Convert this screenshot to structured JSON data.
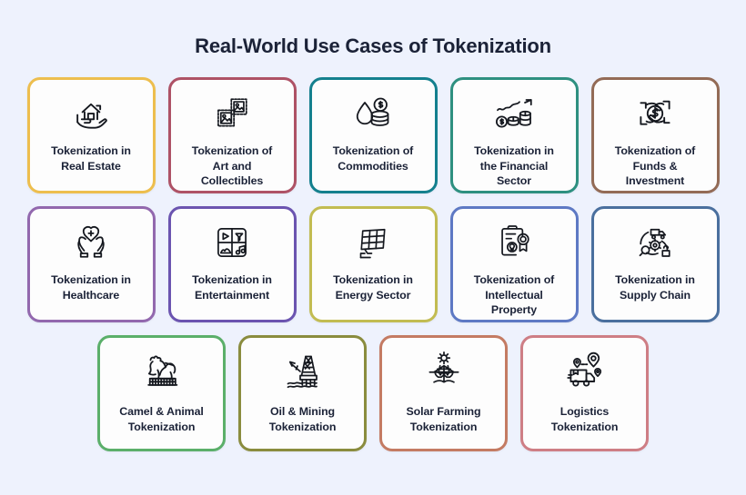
{
  "page": {
    "title": "Real-World Use Cases of Tokenization",
    "background_color": "#eef2fd",
    "card_background_color": "#fdfdfd",
    "text_color": "#1b2237"
  },
  "rows": [
    {
      "cards": [
        {
          "label": "Tokenization in\nReal Estate",
          "icon": "house-in-hand-icon",
          "border_color": "#edbe4e"
        },
        {
          "label": "Tokenization of\nArt and\nCollectibles",
          "icon": "art-frames-icon",
          "border_color": "#ae5266"
        },
        {
          "label": "Tokenization of\nCommodities",
          "icon": "oil-drop-coins-icon",
          "border_color": "#14808e"
        },
        {
          "label": "Tokenization in\nthe Financial\nSector",
          "icon": "growth-chart-coins-icon",
          "border_color": "#2e9080"
        },
        {
          "label": "Tokenization of\nFunds &\nInvestment",
          "icon": "hands-holding-coin-icon",
          "border_color": "#936b56"
        }
      ]
    },
    {
      "cards": [
        {
          "label": "Tokenization in\nHealthcare",
          "icon": "hands-heart-medical-icon",
          "border_color": "#9268ae"
        },
        {
          "label": "Tokenization in\nEntertainment",
          "icon": "media-grid-icon",
          "border_color": "#6b54b0"
        },
        {
          "label": "Tokenization in\nEnergy Sector",
          "icon": "solar-panel-icon",
          "border_color": "#c2bc52"
        },
        {
          "label": "Tokenization of\nIntellectual\nProperty",
          "icon": "clipboard-lightbulb-seal-icon",
          "border_color": "#5e79c4"
        },
        {
          "label": "Tokenization in\nSupply Chain",
          "icon": "supply-chain-truck-gear-icon",
          "border_color": "#4a6f9e"
        }
      ]
    },
    {
      "cards": [
        {
          "label": "Camel & Animal\nTokenization",
          "icon": "camel-icon",
          "border_color": "#5baf6a"
        },
        {
          "label": "Oil & Mining\nTokenization",
          "icon": "oil-rig-icon",
          "border_color": "#8a8c3e"
        },
        {
          "label": "Solar Farming\nTokenization",
          "icon": "solar-farm-sun-icon",
          "border_color": "#c47b63"
        },
        {
          "label": "Logistics\nTokenization",
          "icon": "delivery-truck-pins-icon",
          "border_color": "#ce7e85"
        }
      ]
    }
  ]
}
